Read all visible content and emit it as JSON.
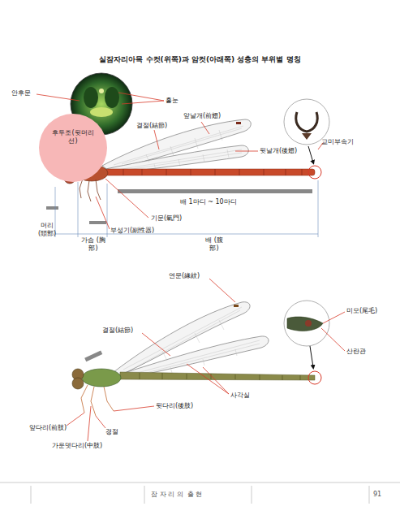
{
  "diagram": {
    "title": "실잠자리아목 수컷(위쪽)과 암컷(아래쪽) 성충의 부위별 명칭",
    "nodes": [
      {
        "text": [
          "후두조(뒷머리선)"
        ]
      }
    ],
    "labels": [
      "안후문",
      "홑눈",
      "결절(結節)",
      "앞날개(前翅)",
      "뒷날개(後翅)",
      "교미부속기",
      "배 1마디 ~ 10마디",
      "기문(氣門)",
      "부성기(副性器)",
      "머리 (頭部)",
      "가슴 (胸部)",
      "배 (腹部)",
      "연문(緣紋)",
      "미모(尾毛)",
      "결절(結節)",
      "산란관",
      "사각실",
      "뒷다리(後肢)",
      "앞다리(前肢)",
      "경절",
      "가운뎃다리(中肢)",
      "잠 자 리 의  출 현",
      "91"
    ]
  }
}
